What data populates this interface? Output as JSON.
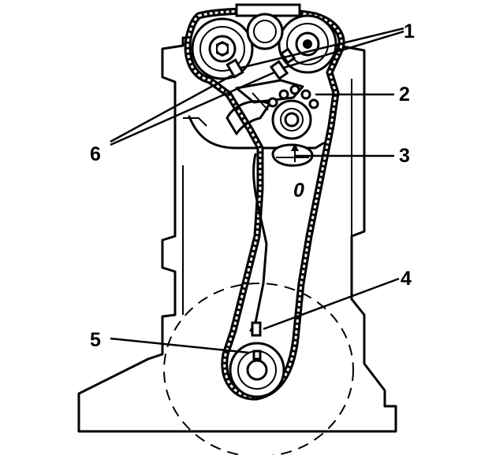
{
  "callouts": {
    "c1": "1",
    "c2": "2",
    "c3": "3",
    "c4": "4",
    "c5": "5",
    "c6": "6"
  },
  "block_mark": "0"
}
